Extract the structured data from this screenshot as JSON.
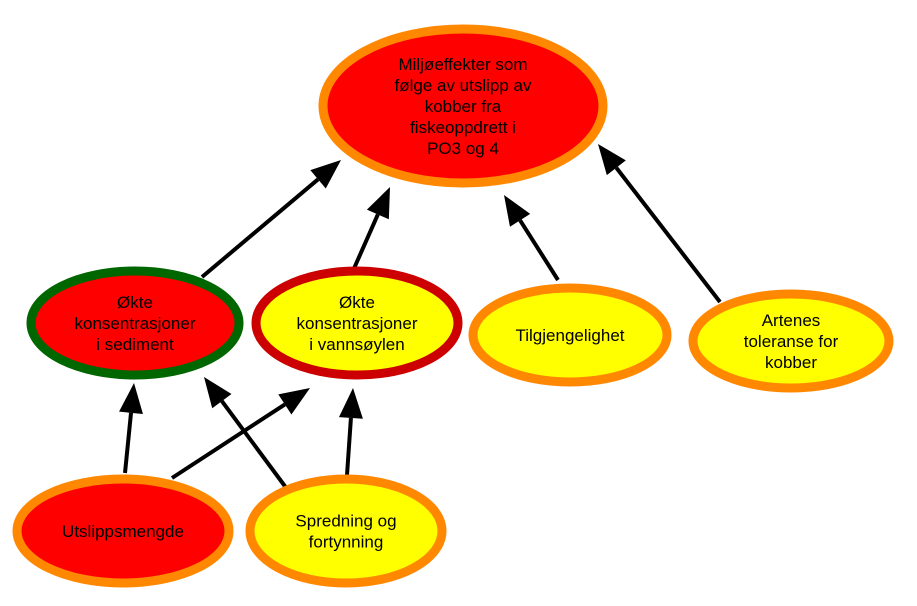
{
  "nodes": [
    {
      "id": "root",
      "lines": [
        "Miljøeffekter som",
        "følge av utslipp av",
        "kobber fra",
        "fiskeoppdrett i",
        "PO3 og 4"
      ],
      "fill": "#ff0000",
      "stroke": "#ff8800"
    },
    {
      "id": "sediment",
      "lines": [
        "Økte",
        "konsentrasjoner",
        "i sediment"
      ],
      "fill": "#ff0000",
      "stroke": "#006600"
    },
    {
      "id": "vannsoylen",
      "lines": [
        "Økte",
        "konsentrasjoner",
        "i vannsøylen"
      ],
      "fill": "#ffff00",
      "stroke": "#cc0000"
    },
    {
      "id": "tilgjengelighet",
      "lines": [
        "Tilgjengelighet"
      ],
      "fill": "#ffff00",
      "stroke": "#ff8800"
    },
    {
      "id": "toleranse",
      "lines": [
        "Artenes",
        "toleranse for",
        "kobber"
      ],
      "fill": "#ffff00",
      "stroke": "#ff8800"
    },
    {
      "id": "utslippsmengde",
      "lines": [
        "Utslippsmengde"
      ],
      "fill": "#ff0000",
      "stroke": "#ff8800"
    },
    {
      "id": "spredning",
      "lines": [
        "Spredning og",
        "fortynning"
      ],
      "fill": "#ffff00",
      "stroke": "#ff8800"
    }
  ],
  "edges": [
    {
      "from": "sediment",
      "to": "root"
    },
    {
      "from": "vannsoylen",
      "to": "root"
    },
    {
      "from": "tilgjengelighet",
      "to": "root"
    },
    {
      "from": "toleranse",
      "to": "root"
    },
    {
      "from": "utslippsmengde",
      "to": "sediment"
    },
    {
      "from": "utslippsmengde",
      "to": "vannsoylen"
    },
    {
      "from": "spredning",
      "to": "sediment"
    },
    {
      "from": "spredning",
      "to": "vannsoylen"
    }
  ]
}
